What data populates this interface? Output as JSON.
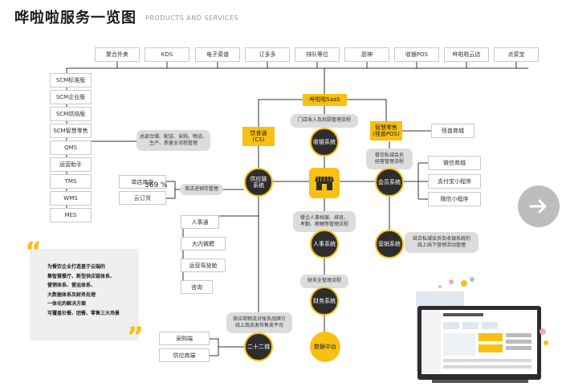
{
  "header": {
    "title": "哗啦啦服务一览图",
    "subtitle": "PRODUCTS AND SERVICES"
  },
  "top_row": [
    "聚合外卖",
    "KDS",
    "电子菜谱",
    "订多多",
    "排队等位",
    "厨神",
    "收银POS",
    "哗啦啦云店",
    "点菜宝"
  ],
  "left_column": [
    "SCM标准版",
    "SCM企业版",
    "SCM烘焙版",
    "SCM智慧零售",
    "QMS",
    "运营助手",
    "TMS",
    "WMS",
    "MES"
  ],
  "saas": "哗啦啦SaaS",
  "center_circles": {
    "cashier": "收银系统",
    "supply": "供应链\n系统",
    "member": "会员系统",
    "hr": "人事系统",
    "marketing": "营销系统",
    "finance": "财务系统",
    "data": "数据中台",
    "b2b": "二十二城"
  },
  "yellow_boxes": {
    "catering": "饮食通\n(CS)",
    "retail": "智慧零售\n(怪兽POS)"
  },
  "gray_notes": {
    "cashier": "门店收入及后厨管理流程",
    "supply": "总部合储、配送、采购、物流、\n生产、质量全流程管理",
    "member": "餐饮私域会员\n经营管理流程",
    "hr": "餐企人事档案、排班、\n考勤、薪酬等管理流程",
    "marketing": "结合私域会员及收银系统的\n线上线下营销活动管理",
    "finance": "财务全管理流程",
    "b2b": "供应商物流对账及品牌方\n线上商品发布售卖平台",
    "store": "单店进销存管理"
  },
  "right_boxes": {
    "retail_store": "怪兽商城",
    "wechat_mall": "微信商城",
    "alipay": "支付宝小程序",
    "wechat_mini": "微信小程序"
  },
  "store_boxes": [
    "单店库存",
    "云订货"
  ],
  "store_percent": "369 %",
  "hr_boxes": [
    "人事通",
    "大内微聘",
    "运营驾驶舱",
    "咨询"
  ],
  "b2b_boxes": [
    "采购端",
    "供应商端"
  ],
  "quote": {
    "lines": [
      "为餐饮企业打造基于云端的",
      "集智慧餐厅、新型供应链体系、",
      "营销体系、营运体系、",
      "大数据体系及财务处理",
      "一体化的解决方案",
      "可覆盖社餐、团餐、零售三大场景"
    ],
    "open_mark": "“",
    "close_mark": "”"
  },
  "accent_color": "#f8c012",
  "next_arrow": "→"
}
